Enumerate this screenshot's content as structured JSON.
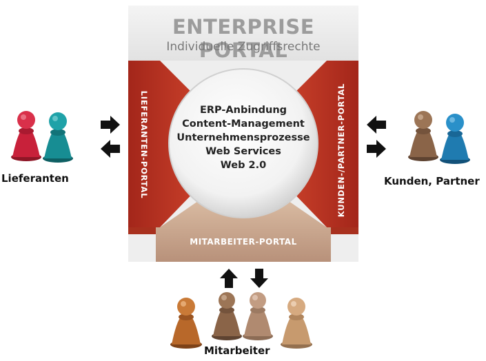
{
  "portal": {
    "title": "ENTERPRISE PORTAL",
    "subtitle": "Individuelle Zugriffsrechte"
  },
  "center": {
    "lines": [
      "ERP-Anbindung",
      "Content-Management",
      "Unternehmensprozesse",
      "Web Services",
      "Web 2.0"
    ]
  },
  "sides": {
    "left": "LIEFERANTEN-PORTAL",
    "right": "KUNDEN-/PARTNER-PORTAL",
    "bottom": "MITARBEITER-PORTAL"
  },
  "groups": {
    "left": "Lieferanten",
    "right": "Kunden, Partner",
    "bottom": "Mitarbeiter"
  },
  "colors": {
    "portal_red": "#b9321d",
    "portal_tan": "#c9a68a",
    "header_grey": "#e8e8e8",
    "figure_red": "#c8213a",
    "figure_teal": "#178d93",
    "figure_brown": "#8a6448",
    "figure_blue": "#1f7bb0",
    "figure_orange": "#b8682a",
    "figure_tan": "#c79a6e"
  }
}
